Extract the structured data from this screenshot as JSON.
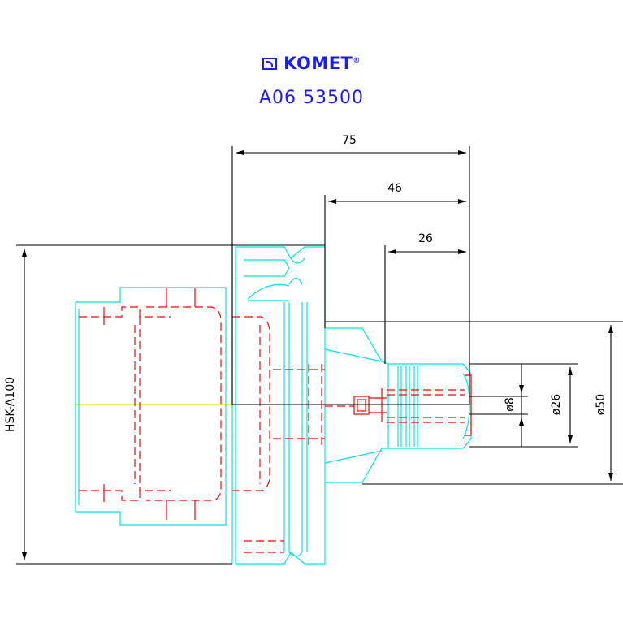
{
  "brand": {
    "name": "KOMET",
    "mark": "®",
    "article": "A06 53500"
  },
  "dimensions": {
    "length_75": "75",
    "length_46": "46",
    "length_26": "26",
    "dia_8": "ø8",
    "dia_26": "ø26",
    "dia_50": "ø50",
    "shank": "HSK-A100"
  },
  "colors": {
    "brand": "#1a1aff",
    "outline": "#00e5e5",
    "hidden": "#ff0000",
    "dimension": "#000000",
    "centerline": "#e5e500"
  }
}
